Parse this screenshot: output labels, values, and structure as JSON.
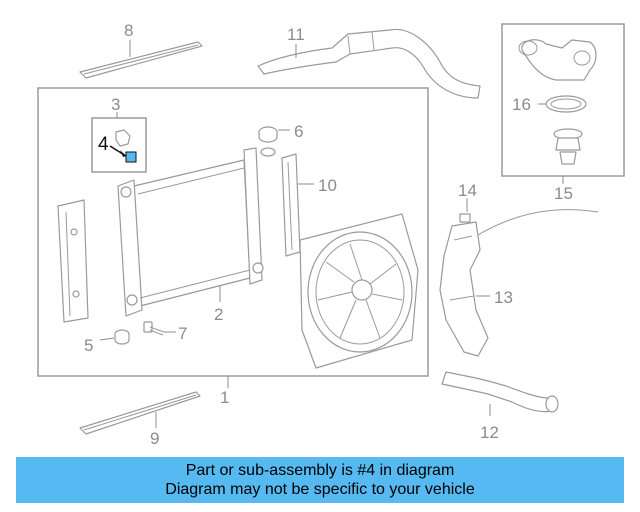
{
  "callouts": {
    "c1": "1",
    "c2": "2",
    "c3": "3",
    "c4": "4",
    "c5": "5",
    "c6": "6",
    "c7": "7",
    "c8": "8",
    "c9": "9",
    "c10": "10",
    "c11": "11",
    "c12": "12",
    "c13": "13",
    "c14": "14",
    "c15": "15",
    "c16": "16"
  },
  "highlight": {
    "part": "4",
    "color": "#56b9f1"
  },
  "banner": {
    "line1": "Part or sub-assembly is #4 in diagram",
    "line2": "Diagram may not be specific to your vehicle",
    "color": "#56b9f1"
  }
}
